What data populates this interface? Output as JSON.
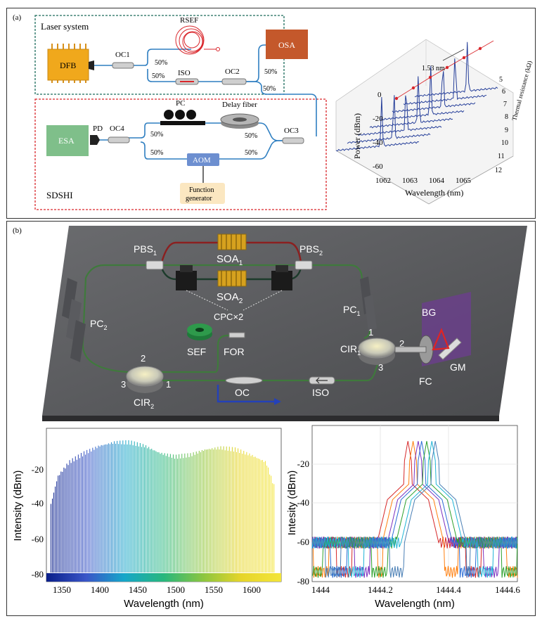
{
  "panel_a": {
    "label": "(a)",
    "laser_system_title": "Laser system",
    "sdshi_title": "SDSHI",
    "components": {
      "dfb": "DFB",
      "oc1": "OC1",
      "rsef": "RSEF",
      "iso": "ISO",
      "oc2": "OC2",
      "osa": "OSA",
      "oc3": "OC3",
      "pc": "PC",
      "delay_fiber": "Delay fiber",
      "oc4": "OC4",
      "pd": "PD",
      "esa": "ESA",
      "aom": "AOM",
      "function_generator_1": "Function",
      "function_generator_2": "generator"
    },
    "splits": {
      "oc1_top": "50%",
      "oc1_bottom": "50%",
      "oc2_top": "50%",
      "oc2_bottom": "50%",
      "oc4_top": "50%",
      "oc4_bottom": "50%",
      "oc3_top": "50%",
      "oc3_bottom": "50%"
    },
    "colors": {
      "laser_box": "#1a6b5a",
      "sdshi_box": "#d9262b",
      "dfb": "#f0a81c",
      "osa": "#c4582b",
      "esa": "#7fbf8a",
      "aom": "#6d8fd0",
      "function_generator": "#fbe7c1",
      "fiber": "#2f7fc1"
    },
    "spectrum": {
      "annotation": "1.53 nm",
      "z_label": "Power (dBm)",
      "x_label": "Wavelength (nm)",
      "y_label": "Thermal resistance (kΩ)",
      "z_ticks": [
        "0",
        "-20",
        "-40",
        "-60"
      ],
      "x_ticks": [
        "1062",
        "1063",
        "1064",
        "1065"
      ],
      "y_ticks": [
        "5",
        "6",
        "7",
        "8",
        "9",
        "10",
        "11",
        "12"
      ]
    }
  },
  "panel_b": {
    "label": "(b)",
    "components": {
      "pbs1": "PBS",
      "pbs1_sub": "1",
      "pbs2": "PBS",
      "pbs2_sub": "2",
      "soa1": "SOA",
      "soa1_sub": "1",
      "soa2": "SOA",
      "soa2_sub": "2",
      "cpc": "CPC×2",
      "pc1": "PC",
      "pc1_sub": "1",
      "pc2": "PC",
      "pc2_sub": "2",
      "bg": "BG",
      "cir1": "CIR",
      "cir1_sub": "1",
      "cir2": "CIR",
      "cir2_sub": "2",
      "sef": "SEF",
      "for": "FOR",
      "gm": "GM",
      "fc": "FC",
      "oc": "OC",
      "iso": "ISO",
      "port1_cir1": "1",
      "port2_cir1": "2",
      "port3_cir1": "3",
      "port1_cir2": "1",
      "port2_cir2": "2",
      "port3_cir2": "3"
    }
  },
  "chart_data": [
    {
      "type": "line",
      "x_ticks": [
        "1350",
        "1400",
        "1450",
        "1500",
        "1550",
        "1600"
      ],
      "y_ticks": [
        "-20",
        "-40",
        "-60",
        "-80"
      ],
      "xlabel": "Wavelength (nm)",
      "ylabel": "Intensity (dBm)",
      "xlim": [
        1330,
        1640
      ],
      "ylim": [
        -85,
        0
      ],
      "envelope": {
        "x": [
          1335,
          1345,
          1360,
          1380,
          1400,
          1420,
          1440,
          1460,
          1480,
          1500,
          1520,
          1540,
          1560,
          1580,
          1600,
          1620,
          1632
        ],
        "peak": [
          -45,
          -28,
          -20,
          -15,
          -11,
          -9,
          -9,
          -11,
          -15,
          -17,
          -16,
          -13,
          -12,
          -13,
          -16,
          -20,
          -35
        ]
      },
      "floor": -80
    },
    {
      "type": "line",
      "x_ticks": [
        "1444",
        "1444.2",
        "1444.4",
        "1444.6"
      ],
      "y_ticks": [
        "-20",
        "-40",
        "-60",
        "-80"
      ],
      "xlabel": "Wavelength (nm)",
      "ylabel": "Intesity (dBm)",
      "xlim": [
        1444,
        1444.6
      ],
      "ylim": [
        -80,
        0
      ],
      "series_centers": [
        1444.28,
        1444.295,
        1444.31,
        1444.32,
        1444.335,
        1444.35,
        1444.36
      ],
      "peak": -8,
      "shoulder": -30,
      "floor": -60
    }
  ]
}
